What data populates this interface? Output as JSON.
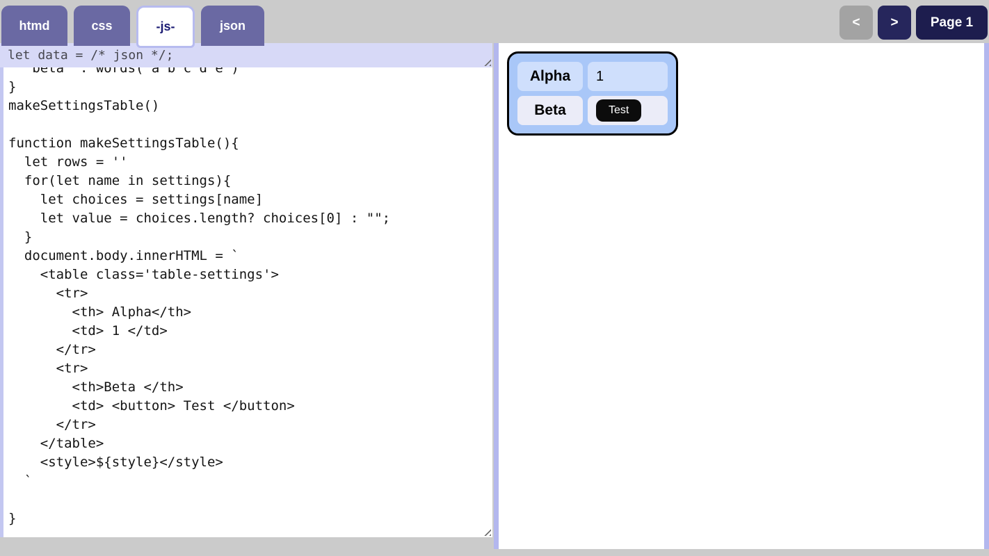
{
  "tabs": [
    {
      "label": "htmd",
      "active": false
    },
    {
      "label": "css",
      "active": false
    },
    {
      "label": "-js-",
      "active": true
    },
    {
      "label": "json",
      "active": false
    }
  ],
  "pager": {
    "prev_label": "<",
    "next_label": ">",
    "page_label": "Page 1"
  },
  "editor": {
    "data_line": "let data = /* json */;",
    "code_text": "  'beta' : words('a b c d e')\n}\nmakeSettingsTable()\n\nfunction makeSettingsTable(){\n  let rows = ''\n  for(let name in settings){\n    let choices = settings[name]\n    let value = choices.length? choices[0] : \"\";\n  }\n  document.body.innerHTML = `\n    <table class='table-settings'>\n      <tr>\n        <th> Alpha</th>\n        <td> 1 </td>\n      </tr>\n      <tr>\n        <th>Beta </th>\n        <td> <button> Test </button>\n      </tr>\n    </table>\n    <style>${style}</style>\n  `\n\n}"
  },
  "preview": {
    "table": {
      "rows": [
        {
          "header": "Alpha",
          "value": "1"
        },
        {
          "header": "Beta",
          "button_label": "Test"
        }
      ]
    }
  },
  "colors": {
    "topbar_bg": "#cbcbcb",
    "tab_inactive_bg": "#6a69a3",
    "tab_active_text": "#1c1c74",
    "tab_active_border": "#b7bbef",
    "prev_button_bg": "#a3a3a3",
    "next_button_bg": "#26265c",
    "page_button_bg": "#1d1d4e",
    "mini_editor_bg": "#d7d9f7",
    "divider_lavender": "#b3b7ee",
    "preview_table_bg": "#a9c7f8",
    "row1_cell_bg": "#cfdffc",
    "row2_cell_bg": "#ebecf8",
    "test_button_bg": "#0c0c0c"
  }
}
